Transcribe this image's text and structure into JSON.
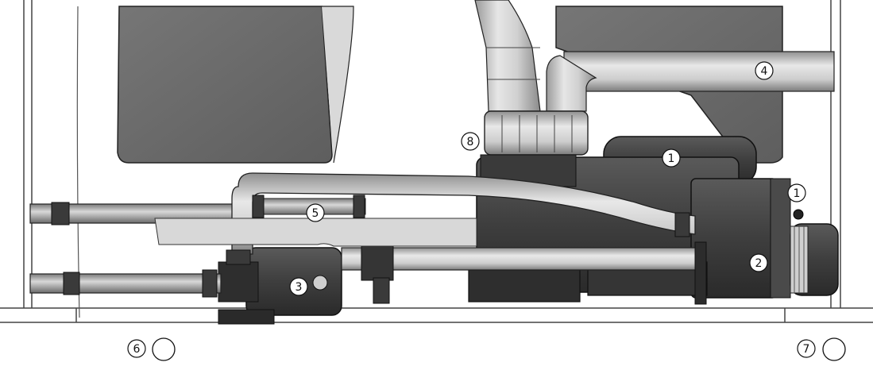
{
  "callouts": {
    "c1a": "1",
    "c1b": "1",
    "c2": "2",
    "c3": "3",
    "c4": "4",
    "c5": "5",
    "c6": "6",
    "c7": "7",
    "c8": "8"
  },
  "colors": {
    "background": "#ffffff",
    "outline": "#1a1a1a",
    "tank_dark": "#6e6e6e",
    "pipe_light": "#cfcfcf",
    "heater_dark": "#3c3c3c",
    "frame_line": "#444444"
  }
}
